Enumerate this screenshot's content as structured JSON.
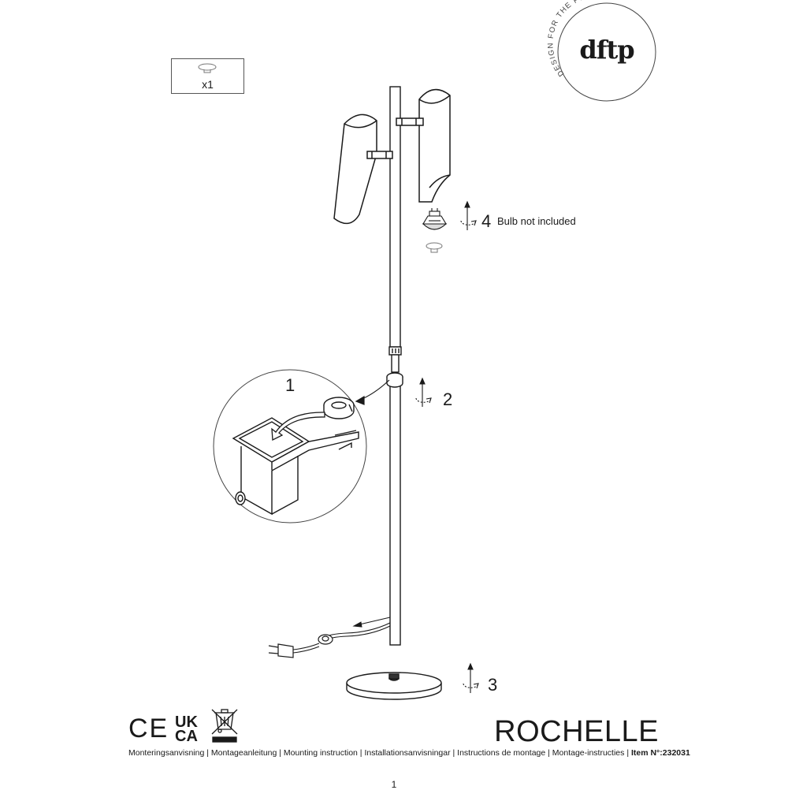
{
  "brand": {
    "logo_text": "dftp",
    "tagline": "DESIGN FOR THE PEOPLE"
  },
  "parts": {
    "quantity": "x1"
  },
  "steps": [
    {
      "number": "1"
    },
    {
      "number": "2"
    },
    {
      "number": "3"
    },
    {
      "number": "4",
      "note": "Bulb not included"
    }
  ],
  "certifications": {
    "ce": "CE",
    "ukca_top": "UK",
    "ukca_bottom": "CA"
  },
  "product": {
    "name": "ROCHELLE"
  },
  "footer": {
    "languages": "Monteringsanvisning | Montageanleitung | Mounting instruction | Installationsanvisningar | Instructions de montage | Montage-instructies | ",
    "item_label": "Item N°:",
    "item_number": "232031"
  },
  "page": {
    "number": "1"
  },
  "colors": {
    "line": "#1a1a1a",
    "light_line": "#888888"
  }
}
